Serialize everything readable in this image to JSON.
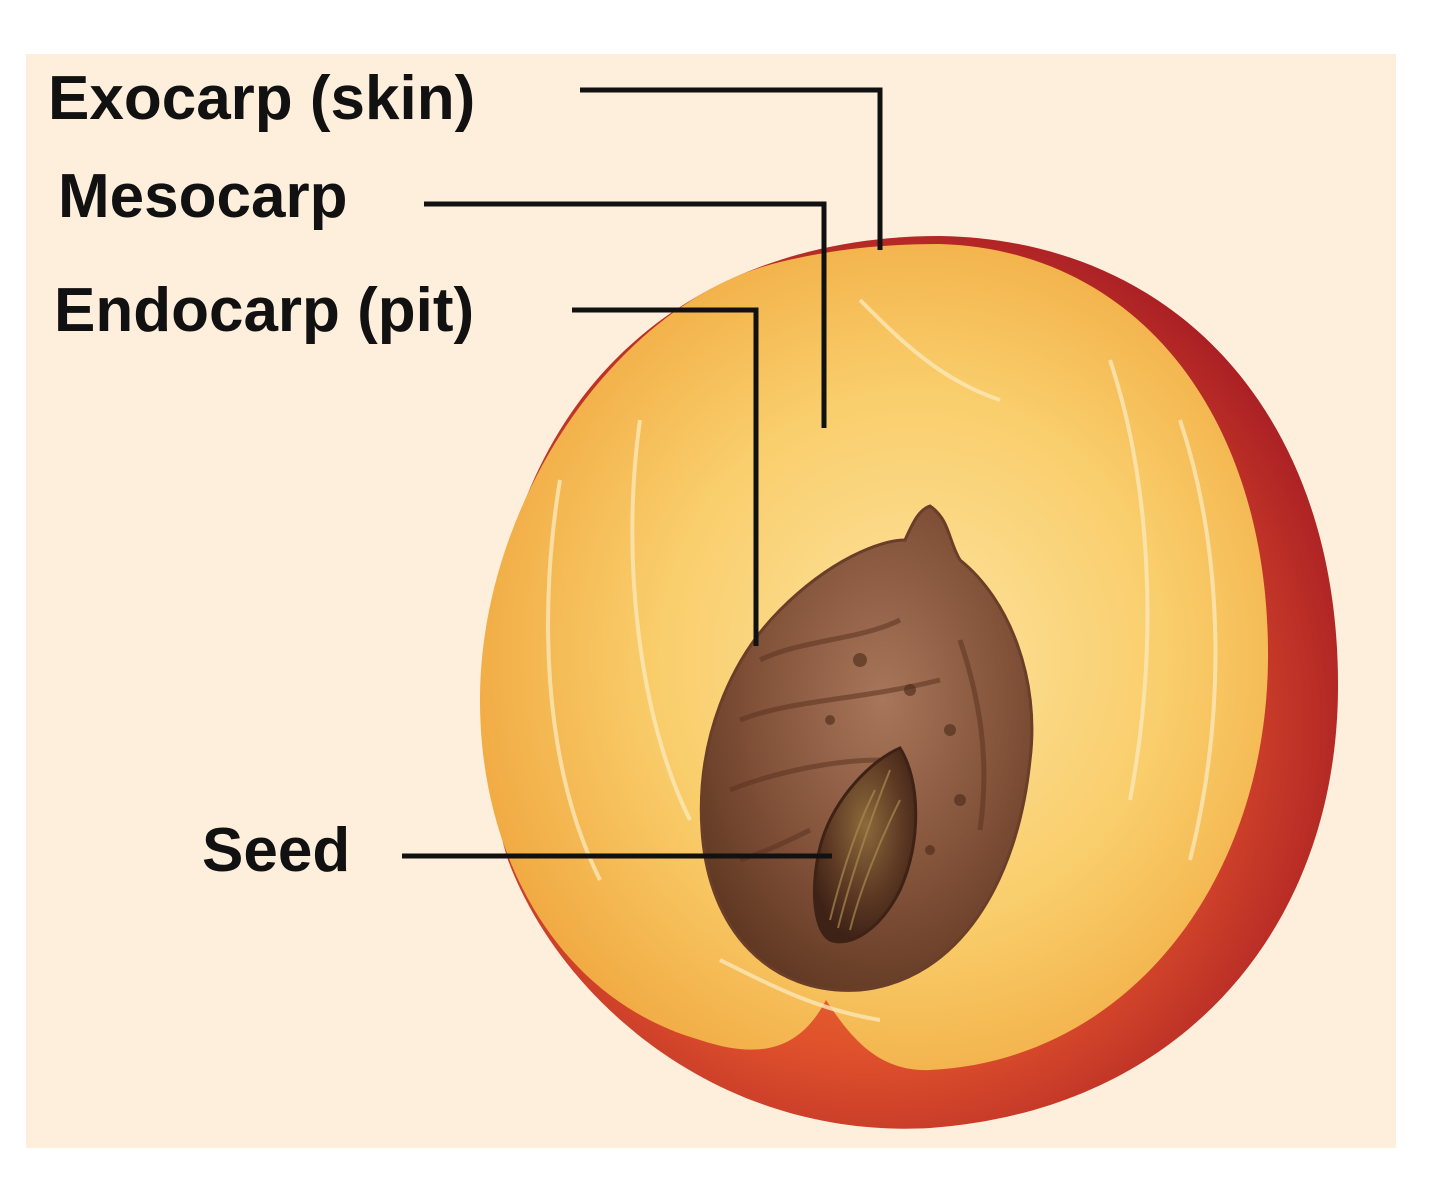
{
  "labels": {
    "exocarp": "Exocarp (skin)",
    "mesocarp": "Mesocarp",
    "endocarp": "Endocarp (pit)",
    "seed": "Seed"
  },
  "colors": {
    "background": "#fdefdc",
    "skin": "#c8302a",
    "flesh": "#f6c65a",
    "pit": "#8a5a3c",
    "seed": "#5a3424",
    "leader_line": "#111111"
  }
}
